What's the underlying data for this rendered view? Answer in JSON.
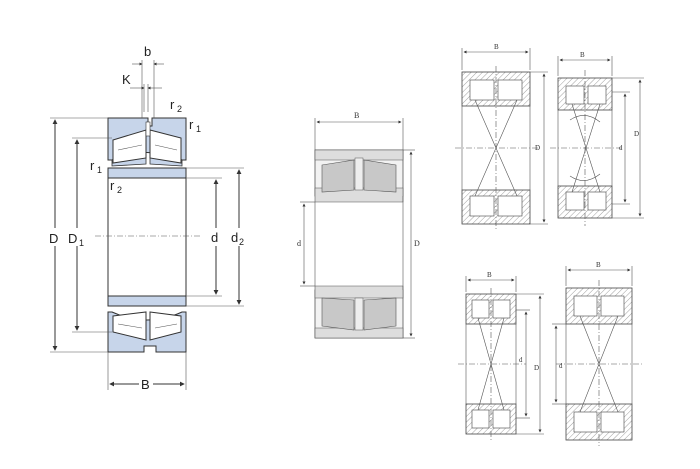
{
  "diagrams": [
    {
      "labels": {
        "b": "b",
        "K": "K",
        "r2_top": "r",
        "r2_top_sub": "2",
        "r1_top": "r",
        "r1_top_sub": "1",
        "r1_left": "r",
        "r1_left_sub": "1",
        "r2_left": "r",
        "r2_left_sub": "2",
        "D": "D",
        "D1": "D",
        "D1_sub": "1",
        "d": "d",
        "d2": "d",
        "d2_sub": "2",
        "B": "B"
      }
    },
    {
      "labels": {
        "B": "B",
        "d": "d",
        "D": "D"
      }
    },
    {
      "labels": {
        "B": "B",
        "D": "D"
      }
    },
    {
      "labels": {
        "B": "B",
        "d": "d",
        "D": "D"
      }
    },
    {
      "labels": {
        "B": "B",
        "d": "d",
        "D": "D"
      }
    },
    {
      "labels": {
        "B": "B",
        "d": "d"
      }
    }
  ],
  "colors": {
    "ring_fill": "#c7d5ea",
    "line": "#333333",
    "sketch_hatch": "#777777"
  }
}
